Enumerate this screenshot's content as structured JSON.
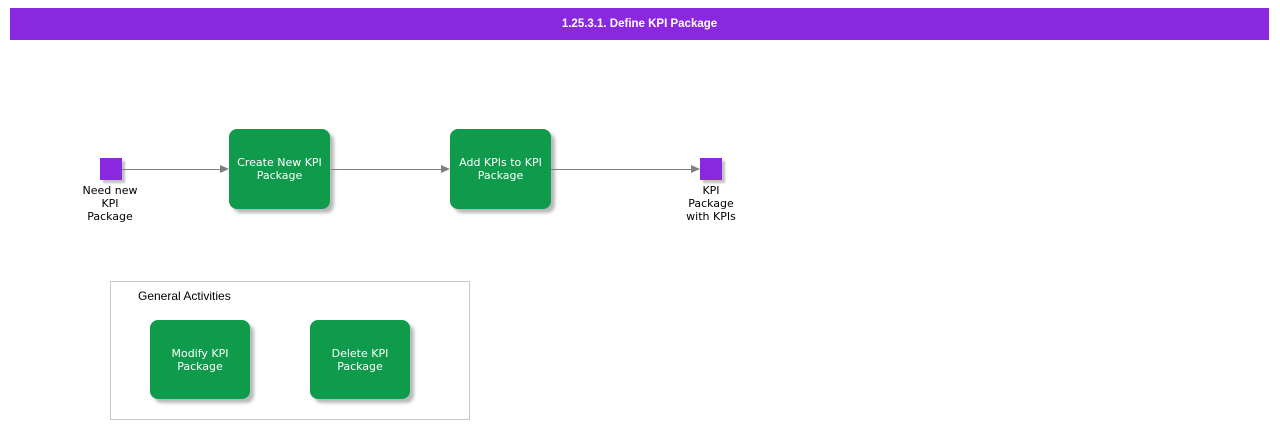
{
  "title_bar": {
    "label": "1.25.3.1. Define KPI Package"
  },
  "colors": {
    "title_bg": "#8a28e0",
    "event_purple": "#8a28e0",
    "activity_green": "#0f9b4b",
    "arrow": "#7f7f7f",
    "container_border": "#c9c9c9"
  },
  "flow": {
    "start_event": {
      "label": "Need new\nKPI\nPackage"
    },
    "activities": [
      {
        "label": "Create New KPI\nPackage"
      },
      {
        "label": "Add KPIs to KPI\nPackage"
      }
    ],
    "end_event": {
      "label": "KPI\nPackage\nwith KPIs"
    }
  },
  "general_activities": {
    "title": "General Activities",
    "activities": [
      {
        "label": "Modify KPI\nPackage"
      },
      {
        "label": "Delete KPI\nPackage"
      }
    ]
  }
}
